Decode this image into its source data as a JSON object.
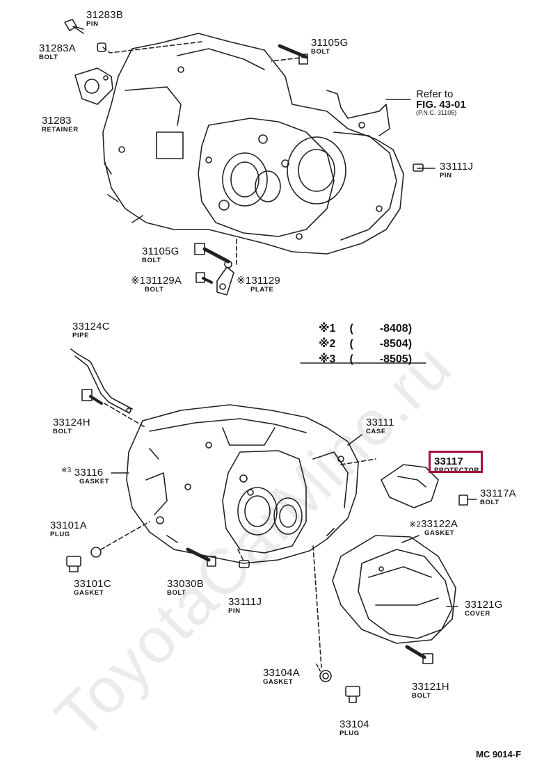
{
  "watermark": "ToyotaCarMine.ru",
  "footer_code": "MC 9014-F",
  "reference": {
    "line1": "Refer to",
    "line2": "FIG. 43-01",
    "line3": "(P.N.C. 31105)"
  },
  "legend": [
    {
      "mark": "※1",
      "paren": "(",
      "range": "-8408)"
    },
    {
      "mark": "※2",
      "paren": "(",
      "range": "-8504)"
    },
    {
      "mark": "※3",
      "paren": "(",
      "range": "-8505)"
    }
  ],
  "highlight_color": "#a3123a",
  "parts": {
    "p31283B": {
      "number": "31283B",
      "name": "PIN"
    },
    "p31283A": {
      "number": "31283A",
      "name": "BOLT"
    },
    "p31283": {
      "number": "31283",
      "name": "RETAINER"
    },
    "p31105G_top": {
      "number": "31105G",
      "name": "BOLT"
    },
    "p33111J_top": {
      "number": "33111J",
      "name": "PIN"
    },
    "p31105G_low": {
      "number": "31105G",
      "name": "BOLT"
    },
    "p31129A": {
      "mark": "※1",
      "number": "31129A",
      "name": "BOLT"
    },
    "p31129": {
      "mark": "※1",
      "number": "31129",
      "name": "PLATE"
    },
    "p33124C": {
      "number": "33124C",
      "name": "PIPE"
    },
    "p33124H": {
      "number": "33124H",
      "name": "BOLT"
    },
    "p33111": {
      "number": "33111",
      "name": "CASE"
    },
    "p33117": {
      "number": "33117",
      "name": "PROTECTOR"
    },
    "p33117A": {
      "number": "33117A",
      "name": "BOLT"
    },
    "p33116": {
      "mark": "※3",
      "number": "33116",
      "name": "GASKET"
    },
    "p33101A": {
      "number": "33101A",
      "name": "PLUG"
    },
    "p33101C": {
      "number": "33101C",
      "name": "GASKET"
    },
    "p33030B": {
      "number": "33030B",
      "name": "BOLT"
    },
    "p33111J_low": {
      "number": "33111J",
      "name": "PIN"
    },
    "p33122A": {
      "mark": "※2",
      "number": "33122A",
      "name": "GASKET"
    },
    "p33121G": {
      "number": "33121G",
      "name": "COVER"
    },
    "p33104A": {
      "number": "33104A",
      "name": "GASKET"
    },
    "p33121H": {
      "number": "33121H",
      "name": "BOLT"
    },
    "p33104": {
      "number": "33104",
      "name": "PLUG"
    }
  }
}
